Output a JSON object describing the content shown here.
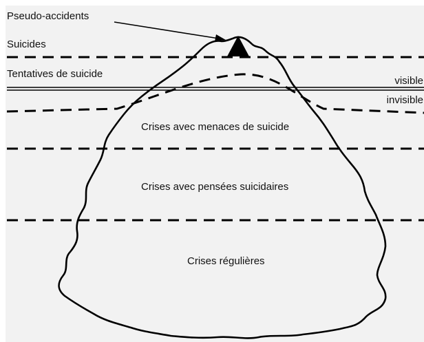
{
  "labels": {
    "pseudo_accidents": "Pseudo-accidents",
    "suicides": "Suicides",
    "tentatives": "Tentatives de suicide",
    "visible": "visible",
    "invisible": "invisible",
    "menaces": "Crises avec menaces de suicide",
    "pensees": "Crises avec pensées suicidaires",
    "regulieres": "Crises régulières"
  }
}
